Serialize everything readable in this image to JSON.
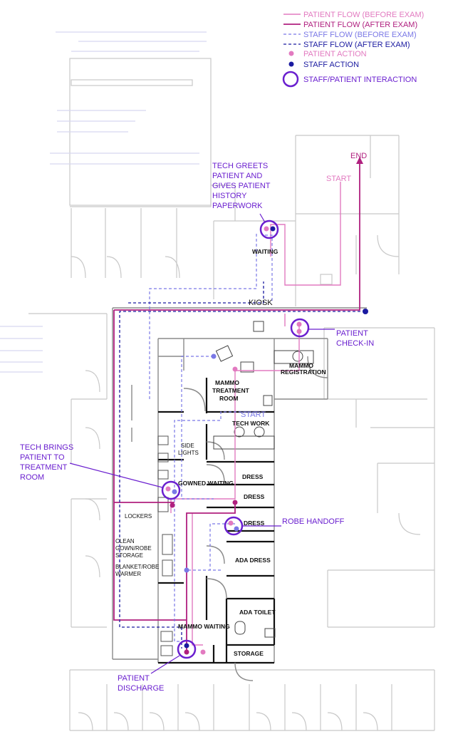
{
  "legend": {
    "patient_flow_before": "PATIENT FLOW (BEFORE EXAM)",
    "patient_flow_after": "PATIENT FLOW (AFTER EXAM)",
    "staff_flow_before": "STAFF FLOW (BEFORE EXAM)",
    "staff_flow_after": "STAFF FLOW (AFTER EXAM)",
    "patient_action": "PATIENT ACTION",
    "staff_action": "STAFF ACTION",
    "interaction": "STAFF/PATIENT INTERACTION"
  },
  "colors": {
    "patient_before": "#e27ac0",
    "patient_after": "#b0207f",
    "staff_before": "#7a78e6",
    "staff_after": "#1a1aa0",
    "interaction": "#6a1fcf"
  },
  "markers": {
    "end": "END",
    "start_patient": "START",
    "start_staff": "START",
    "kiosk": "KIOSK"
  },
  "rooms": {
    "waiting": "WAITING",
    "mammo_registration": [
      "MAMMO",
      "REGISTRATION"
    ],
    "mammo_treatment": [
      "MAMMO",
      "TREATMENT",
      "ROOM"
    ],
    "tech_work": "TECH WORK",
    "side_lights": [
      "SIDE",
      "LIGHTS"
    ],
    "gowned_waiting": "GOWNED WAITING",
    "dress_1": "DRESS",
    "dress_2": "DRESS",
    "dress_3": "DRESS",
    "ada_dress": "ADA DRESS",
    "lockers": "LOCKERS",
    "clean_gown": [
      "CLEAN",
      "GOWN/ROBE",
      "STORAGE"
    ],
    "blanket": [
      "BLANKET/ROBE",
      "WARMER"
    ],
    "ada_toilet": "ADA TOILET",
    "mammo_waiting": "MAMMO WAITING",
    "storage": "STORAGE"
  },
  "annotations": {
    "tech_greets": [
      "TECH GREETS",
      "PATIENT AND",
      "GIVES PATIENT",
      "HISTORY",
      "PAPERWORK"
    ],
    "checkin": [
      "PATIENT",
      "CHECK-IN"
    ],
    "tech_brings": [
      "TECH BRINGS",
      "PATIENT TO",
      "TREATMENT",
      "ROOM"
    ],
    "robe_handoff": "ROBE HANDOFF",
    "discharge": [
      "PATIENT",
      "DISCHARGE"
    ]
  }
}
